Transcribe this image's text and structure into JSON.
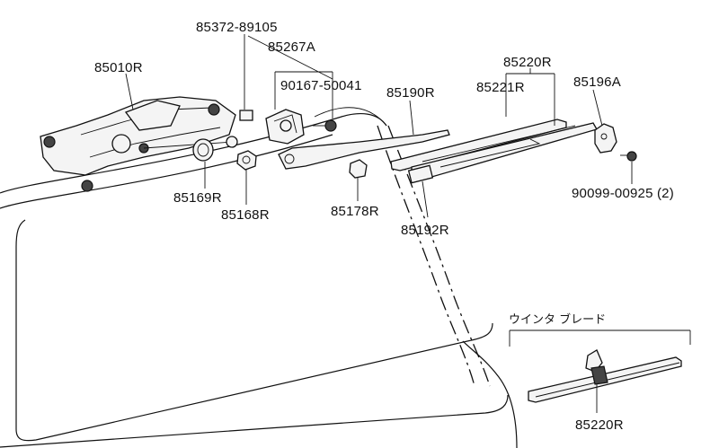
{
  "labels": {
    "p85372": "85372-89105",
    "p85267": "85267A",
    "p85010": "85010R",
    "p90167": "90167-50041",
    "p85190": "85190R",
    "p85220": "85220R",
    "p85221": "85221R",
    "p85196": "85196A",
    "p85169": "85169R",
    "p85168": "85168R",
    "p85178": "85178R",
    "p85192": "85192R",
    "p90099": "90099-00925 (2)",
    "blade_group": "ウインタ ブレード",
    "blade_part": "85220R"
  }
}
